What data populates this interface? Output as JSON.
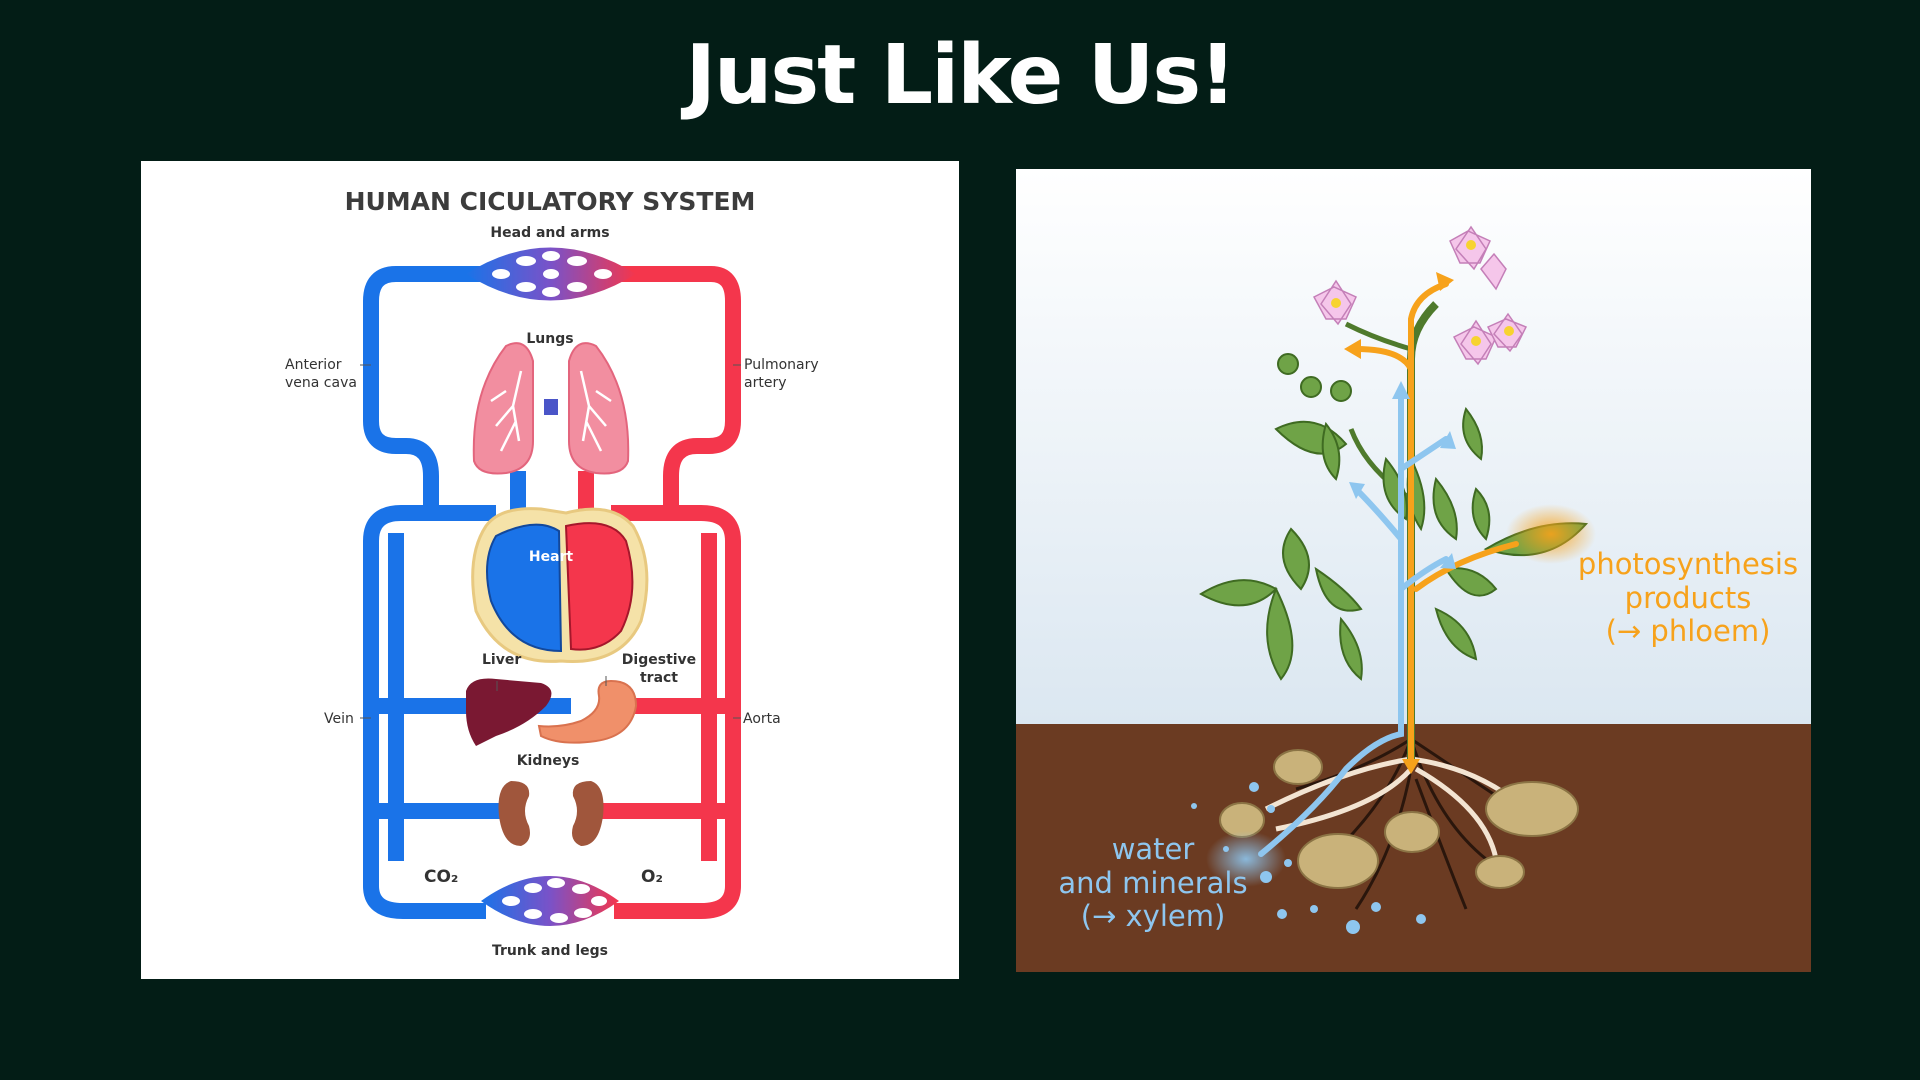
{
  "slide": {
    "title": "Just Like Us!"
  },
  "human_diagram": {
    "title": "HUMAN CICULATORY SYSTEM",
    "labels": {
      "head_arms": "Head and arms",
      "lungs": "Lungs",
      "anterior_1": "Anterior",
      "anterior_2": "vena cava",
      "pulmonary_1": "Pulmonary",
      "pulmonary_2": "artery",
      "heart": "Heart",
      "liver": "Liver",
      "digestive_1": "Digestive",
      "digestive_2": "tract",
      "vein": "Vein",
      "aorta": "Aorta",
      "kidneys": "Kidneys",
      "co2": "CO₂",
      "o2": "O₂",
      "trunk_legs": "Trunk and legs"
    },
    "colors": {
      "vein": "#1a73e8",
      "artery": "#f4364c",
      "lung": "#f28ea0",
      "liver": "#7a1832",
      "stomach": "#f0906a",
      "kidney": "#a0563c"
    }
  },
  "plant_diagram": {
    "labels": {
      "photo_1": "photosynthesis",
      "photo_2": "products",
      "photo_3": "(→ phloem)",
      "water_1": "water",
      "water_2": "and minerals",
      "water_3": "(→ xylem)"
    },
    "colors": {
      "phloem": "#f7a21b",
      "xylem": "#8ec6ef",
      "soil": "#6b3b22",
      "leaf": "#6fa347",
      "flower": "#f5c6ea"
    }
  }
}
